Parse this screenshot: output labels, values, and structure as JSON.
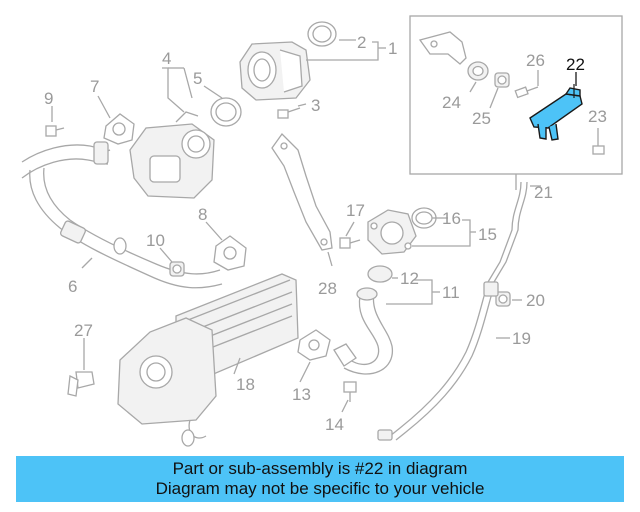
{
  "diagram": {
    "callouts": [
      "1",
      "2",
      "3",
      "4",
      "5",
      "6",
      "7",
      "8",
      "9",
      "10",
      "11",
      "12",
      "13",
      "14",
      "15",
      "16",
      "17",
      "18",
      "19",
      "20",
      "21",
      "22",
      "23",
      "24",
      "25",
      "26",
      "27",
      "28"
    ],
    "highlighted_part": "22",
    "highlight_color": "#4dc3f7"
  },
  "banner": {
    "line1": "Part or sub-assembly is #22 in diagram",
    "line2": "Diagram may not be specific to your vehicle",
    "background": "#4dc3f7"
  }
}
